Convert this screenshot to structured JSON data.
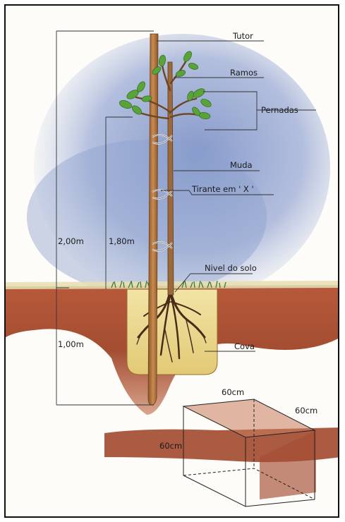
{
  "labels": {
    "tutor": "Tutor",
    "ramos": "Ramos",
    "pernadas": "Pernadas",
    "muda": "Muda",
    "tirante": "Tirante em ' X '",
    "nivel_solo": "Nivel do solo",
    "cova": "Cova"
  },
  "dimensions": {
    "total_height": "2,00m",
    "seedling_height": "1,80m",
    "depth": "1,00m",
    "pit_top_width": "60cm",
    "pit_side_width": "60cm",
    "pit_depth": "60cm"
  },
  "colors": {
    "sky": "#8fa2cf",
    "soil": "#a44d32",
    "soil_dark": "#7c3522",
    "pit_fill": "#ead98a",
    "grass": "#3e7a2f",
    "stake": "#b87a3e",
    "leaf": "#5aa33b",
    "root": "#4a2a18"
  }
}
